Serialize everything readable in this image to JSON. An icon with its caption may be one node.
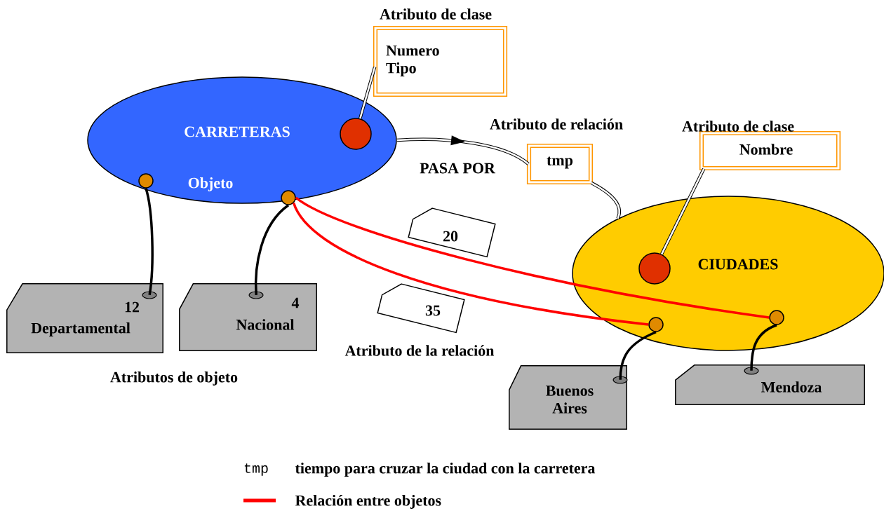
{
  "diagram": {
    "nodes": [
      {
        "text": [
          "CARRETERAS",
          "Objeto"
        ]
      },
      {
        "text": [],
        "shape": "circle",
        "in": 0
      },
      {
        "text": [],
        "shape": "circle",
        "in": 0
      },
      {
        "text": [],
        "shape": "circle",
        "in": 0
      },
      {
        "text": [
          "Numero Tipo"
        ],
        "beside": [
          "Atributo de clase"
        ]
      },
      {
        "text": [
          "tmp"
        ],
        "beside": [
          "Atributo de relación"
        ]
      },
      {
        "text": [
          "CIUDADES"
        ]
      },
      {
        "text": [],
        "shape": "circle",
        "in": 6
      },
      {
        "text": [],
        "shape": "circle",
        "in": 6
      },
      {
        "text": [],
        "shape": "circle",
        "in": 6
      },
      {
        "text": [
          "Nombre"
        ],
        "beside": [
          "Atributo de clase"
        ]
      },
      {
        "text": [
          "12",
          "Departamental"
        ]
      },
      {
        "text": [
          "4",
          "Nacional"
        ]
      },
      {
        "text": [
          "Buenos Aires"
        ]
      },
      {
        "text": [
          "Mendoza"
        ]
      },
      {
        "text": [
          "20"
        ]
      },
      {
        "text": [
          "35"
        ]
      }
    ],
    "edges": [
      {
        "from": 1,
        "to": 4,
        "arrow": "none"
      },
      {
        "from": 0,
        "to": 5,
        "arrow": "to",
        "label": "PASA POR"
      },
      {
        "from": 5,
        "to": 6,
        "arrow": "none"
      },
      {
        "from": 7,
        "to": 10,
        "arrow": "none"
      },
      {
        "from": 2,
        "to": 11,
        "arrow": "none"
      },
      {
        "from": 3,
        "to": 12,
        "arrow": "none"
      },
      {
        "from": 8,
        "to": 13,
        "arrow": "none"
      },
      {
        "from": 9,
        "to": 14,
        "arrow": "none"
      },
      {
        "from": 3,
        "to": 8,
        "arrow": "none",
        "color": "#ff0000"
      },
      {
        "from": 3,
        "to": 9,
        "arrow": "none",
        "color": "#ff0000"
      }
    ],
    "labels": [
      "Atributo de la relación",
      "Atributos de objeto",
      "tmp"
    ],
    "legend": [
      {
        "text": "tiempo para cruzar la ciudad con la carretera"
      },
      {
        "text": "Relación entre objetos",
        "color": "#ff0000"
      }
    ]
  }
}
